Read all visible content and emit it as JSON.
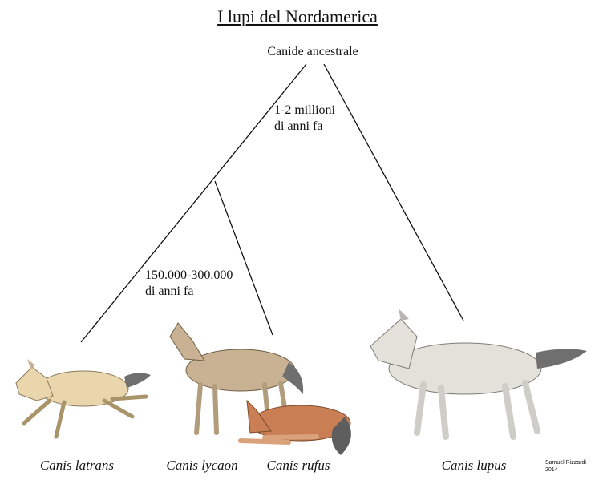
{
  "title": "I lupi del Nordamerica",
  "root": "Canide ancestrale",
  "time_labels": {
    "older_line1": "1-2 millioni",
    "older_line2": "di anni fa",
    "recent_line1": "150.000-300.000",
    "recent_line2": "di anni fa"
  },
  "species": {
    "latrans": "Canis latrans",
    "lycaon": "Canis lycaon",
    "rufus": "Canis rufus",
    "lupus": "Canis lupus"
  },
  "signature": {
    "name": "Samuel Rizzardi",
    "year": "2014"
  },
  "colors": {
    "line": "#111111",
    "coyote_fur": "#e9d6ad",
    "eastern_fur": "#c9b293",
    "red_fur": "#c97e53",
    "grey_fur": "#e3e1da",
    "dark_fur": "#6f6f6f"
  }
}
